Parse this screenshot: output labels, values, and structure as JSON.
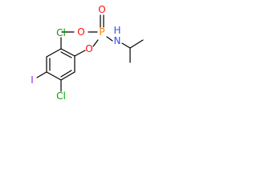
{
  "molecule": {
    "atoms": {
      "cl_top": {
        "text": "Cl",
        "color": "#00a000"
      },
      "i": {
        "text": "I",
        "color": "#8a2be2"
      },
      "cl_bottom": {
        "text": "Cl",
        "color": "#00a000"
      },
      "o_aryl": {
        "text": "O",
        "color": "#ff0d0d"
      },
      "p": {
        "text": "P",
        "color": "#ff8000"
      },
      "o_double": {
        "text": "O",
        "color": "#ff0d0d"
      },
      "o_methoxy": {
        "text": "O",
        "color": "#ff0d0d"
      },
      "n": {
        "text": "N",
        "color": "#3050f8"
      },
      "nh_h": {
        "text": "H",
        "color": "#3050f8"
      }
    }
  }
}
